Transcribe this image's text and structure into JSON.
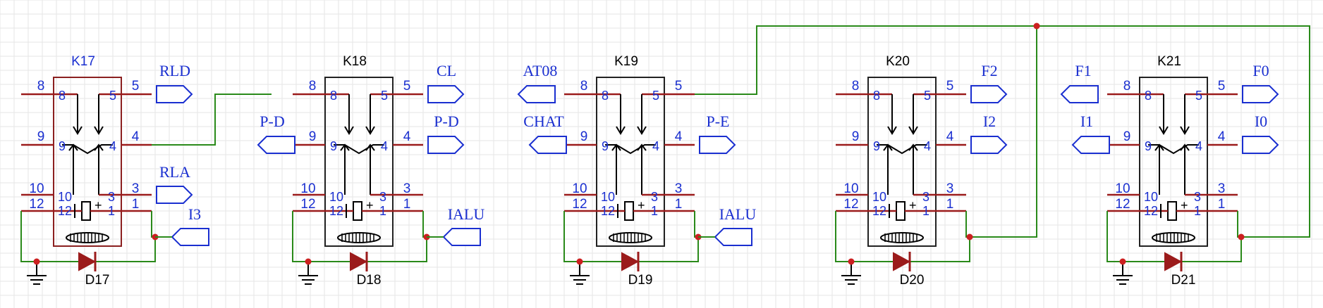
{
  "colors": {
    "pin_red": "#9b1b1b",
    "label_blue": "#1a2fd0",
    "wire_green": "#2a8a1a",
    "body_dark": "#222222",
    "body_red": "#8b2020",
    "junction": "#cc2020"
  },
  "icons": {
    "port": "net-port-pentagon",
    "ground": "ground-icon",
    "diode": "diode-icon",
    "coil": "relay-coil-icon"
  },
  "relays": [
    {
      "ref": "K17",
      "diode": "D17",
      "selected": true,
      "pins": {
        "p8": "8",
        "p5": "5",
        "p9": "9",
        "p4": "4",
        "p10": "10",
        "p3": "3",
        "p12": "12",
        "p1": "1"
      },
      "nets": {
        "left_top": "",
        "left_mid": "",
        "right_top": "RLD",
        "right_mid": "",
        "right_low": "RLA",
        "coil": "I3"
      }
    },
    {
      "ref": "K18",
      "diode": "D18",
      "selected": false,
      "pins": {
        "p8": "8",
        "p5": "5",
        "p9": "9",
        "p4": "4",
        "p10": "10",
        "p3": "3",
        "p12": "12",
        "p1": "1"
      },
      "nets": {
        "left_top": "",
        "left_mid": "P-D",
        "right_top": "CL",
        "right_mid": "P-D",
        "right_low": "",
        "coil": "IALU"
      }
    },
    {
      "ref": "K19",
      "diode": "D19",
      "selected": false,
      "pins": {
        "p8": "8",
        "p5": "5",
        "p9": "9",
        "p4": "4",
        "p10": "10",
        "p3": "3",
        "p12": "12",
        "p1": "1"
      },
      "nets": {
        "left_top": "AT08",
        "left_mid": "CHAT",
        "right_top": "",
        "right_mid": "P-E",
        "right_low": "",
        "coil": "IALU"
      }
    },
    {
      "ref": "K20",
      "diode": "D20",
      "selected": false,
      "pins": {
        "p8": "8",
        "p5": "5",
        "p9": "9",
        "p4": "4",
        "p10": "10",
        "p3": "3",
        "p12": "12",
        "p1": "1"
      },
      "nets": {
        "left_top": "",
        "left_mid": "",
        "right_top": "F2",
        "right_mid": "I2",
        "right_low": "",
        "coil": ""
      }
    },
    {
      "ref": "K21",
      "diode": "D21",
      "selected": false,
      "pins": {
        "p8": "8",
        "p5": "5",
        "p9": "9",
        "p4": "4",
        "p10": "10",
        "p3": "3",
        "p12": "12",
        "p1": "1"
      },
      "nets": {
        "left_top": "F1",
        "left_mid": "I1",
        "right_top": "F0",
        "right_mid": "I0",
        "right_low": "",
        "coil": ""
      }
    }
  ]
}
